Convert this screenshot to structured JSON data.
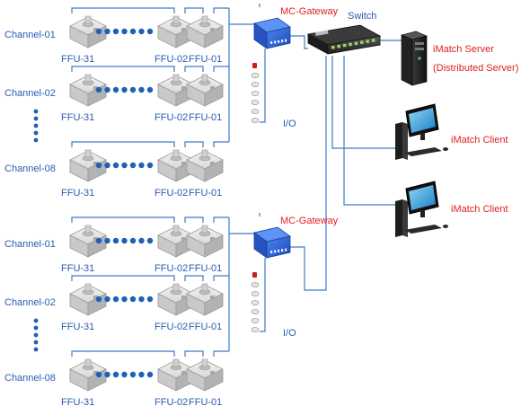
{
  "colors": {
    "text_blue": "#2a5db0",
    "text_red": "#e02020",
    "wire": "#3d7bc8",
    "gateway": "#2b63d6",
    "dot": "#1f5fb8"
  },
  "groups": [
    {
      "gateway_label": "MC-Gateway",
      "io_label": "I/O",
      "channels": [
        {
          "label": "Channel-01",
          "ffu_first": "FFU-31",
          "ffu_mid": "FFU-02",
          "ffu_last": "FFU-01"
        },
        {
          "label": "Channel-02",
          "ffu_first": "FFU-31",
          "ffu_mid": "FFU-02",
          "ffu_last": "FFU-01"
        },
        {
          "label": "Channel-08",
          "ffu_first": "FFU-31",
          "ffu_mid": "FFU-02",
          "ffu_last": "FFU-01"
        }
      ]
    },
    {
      "gateway_label": "MC-Gateway",
      "io_label": "I/O",
      "channels": [
        {
          "label": "Channel-01",
          "ffu_first": "FFU-31",
          "ffu_mid": "FFU-02",
          "ffu_last": "FFU-01"
        },
        {
          "label": "Channel-02",
          "ffu_first": "FFU-31",
          "ffu_mid": "FFU-02",
          "ffu_last": "FFU-01"
        },
        {
          "label": "Channel-08",
          "ffu_first": "FFU-31",
          "ffu_mid": "FFU-02",
          "ffu_last": "FFU-01"
        }
      ]
    }
  ],
  "switch_label": "Switch",
  "server": {
    "label_line1": "iMatch Server",
    "label_line2": "(Distributed Server)"
  },
  "clients": [
    {
      "label": "iMatch Client"
    },
    {
      "label": "iMatch Client"
    }
  ],
  "icons": [
    "ffu-unit-icon",
    "gateway-icon",
    "io-module-icon",
    "network-switch-icon",
    "server-tower-icon",
    "desktop-pc-icon"
  ]
}
